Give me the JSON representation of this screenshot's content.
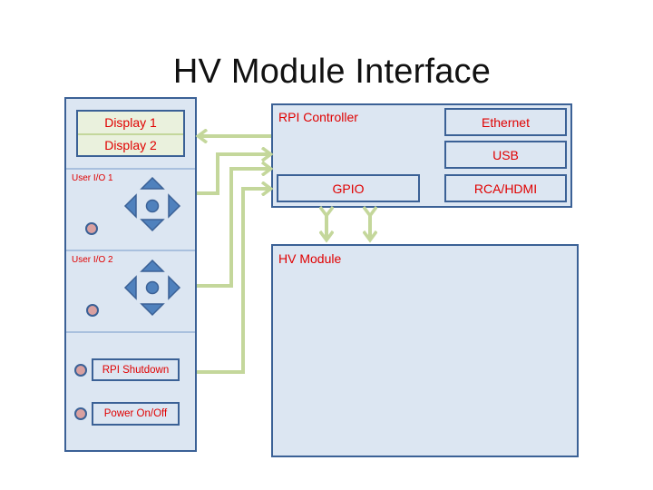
{
  "title": "HV Module Interface",
  "panel": {
    "display_1": "Display 1",
    "display_2": "Display 2",
    "user_io_1": "User I/O 1",
    "user_io_2": "User I/O 2",
    "rpi_shutdown": "RPI Shutdown",
    "power_on_off": "Power On/Off"
  },
  "rpi_controller": {
    "label": "RPI Controller",
    "ethernet": "Ethernet",
    "usb": "USB",
    "gpio": "GPIO",
    "rca_hdmi": "RCA/HDMI"
  },
  "hv_module": {
    "label": "HV Module"
  },
  "colors": {
    "box_fill": "#dce6f2",
    "box_border": "#3b6196",
    "label_text": "#e00000",
    "arrow": "#c4d79b",
    "dpad": "#4f81bd",
    "led": "#d9a0a0"
  },
  "icons": [
    "dpad-icon",
    "led-indicator-icon",
    "arrow-icon"
  ]
}
